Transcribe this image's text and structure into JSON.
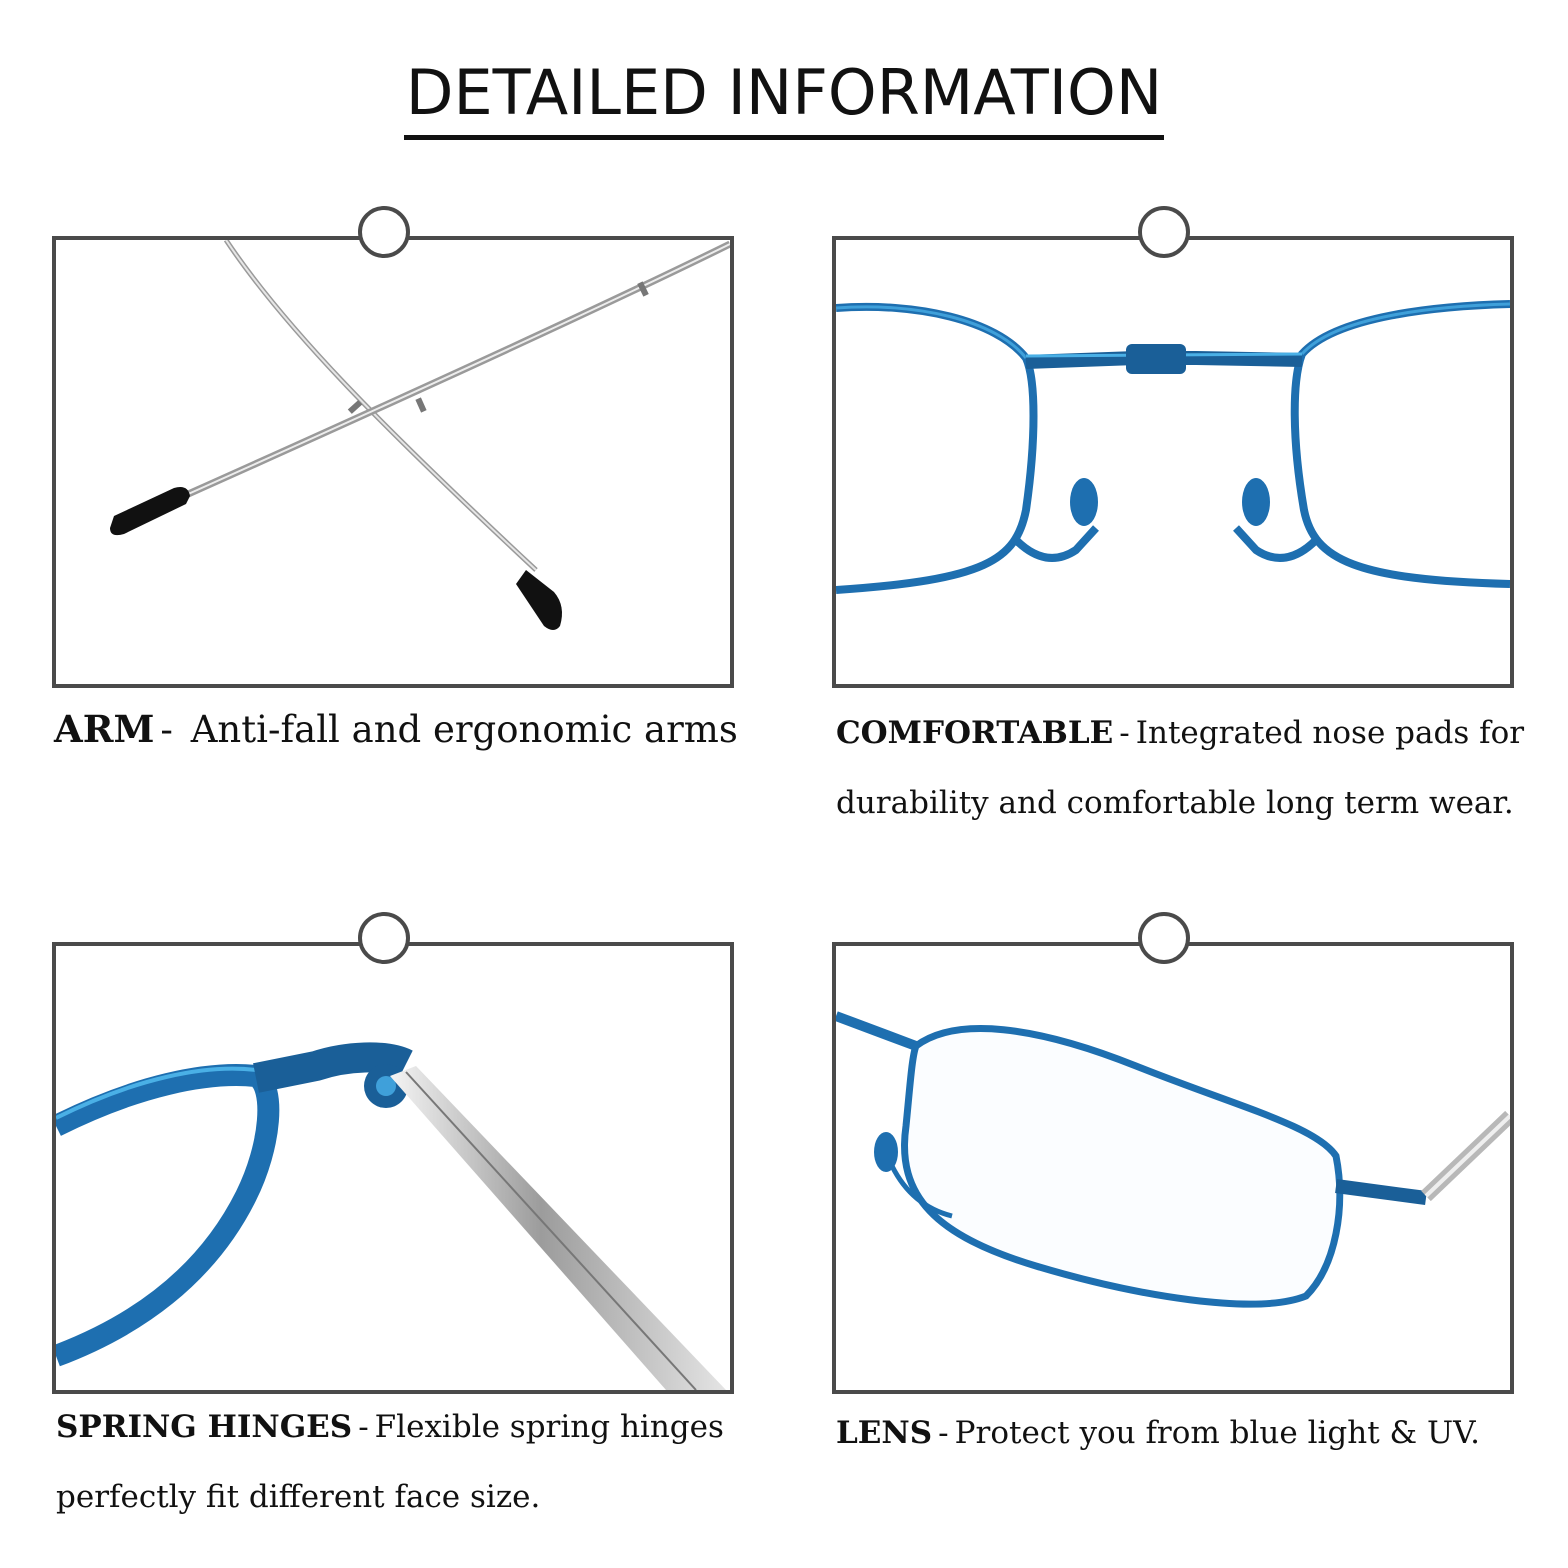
{
  "title": "DETAILED INFORMATION",
  "panels": [
    {
      "key": "arm",
      "heading": "ARM",
      "separator": "-",
      "description": "Anti-fall and ergonomic arms",
      "illustration": "crossed-temple-arms-with-tips"
    },
    {
      "key": "comfortable",
      "heading": "COMFORTABLE",
      "separator": "-",
      "description": "Integrated nose pads for durability and comfortable long term wear.",
      "illustration": "bridge-and-nose-pads"
    },
    {
      "key": "spring-hinges",
      "heading": "SPRING HINGES",
      "separator": "-",
      "description": "Flexible spring hinges perfectly fit different face size.",
      "illustration": "hinge-closeup"
    },
    {
      "key": "lens",
      "heading": "LENS",
      "separator": "-",
      "description": "Protect you from blue light & UV.",
      "illustration": "single-lens-frame"
    }
  ],
  "colors": {
    "frame_blue": "#1e6fb0",
    "frame_highlight": "#3fa0da",
    "metal": "#b8b8b8",
    "border": "#4a4a4a"
  }
}
